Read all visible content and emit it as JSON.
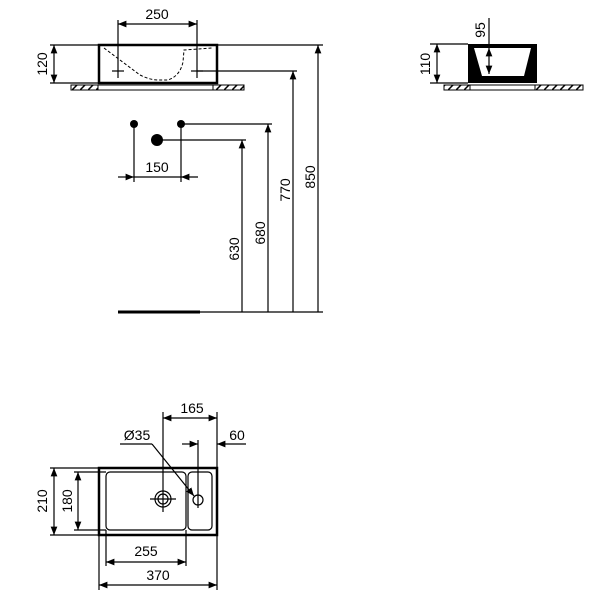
{
  "drawing": {
    "front_view": {
      "tap_spacing": "250",
      "basin_height": "120",
      "valve_spacing": "150",
      "valve_height": "680",
      "waste_height": "630",
      "tap_hole_height": "770",
      "rim_height": "850"
    },
    "side_view": {
      "basin_height": "110",
      "bowl_depth": "95"
    },
    "plan_view": {
      "waste_offset": "165",
      "tap_offset": "60",
      "waste_diameter": "Ø35",
      "overall_depth": "210",
      "bowl_depth": "180",
      "bowl_width": "255",
      "overall_width": "370"
    }
  }
}
